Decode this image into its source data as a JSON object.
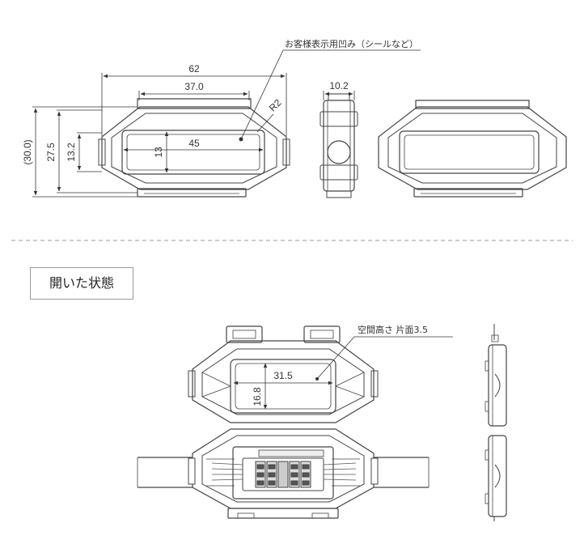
{
  "top_view": {
    "width_62": "62",
    "width_37": "37.0",
    "inner_45": "45",
    "radius": "R2",
    "height_30": "(30.0)",
    "height_27_5": "27.5",
    "height_13_2": "13.2",
    "inner_13": "13",
    "note": "お客様表示用凹み（シールなど）"
  },
  "side_view": {
    "thickness": "10.2"
  },
  "open_state": {
    "label": "開いた状態",
    "recess_w": "31.5",
    "recess_h": "16.8",
    "note": "空間高さ 片面3.5"
  }
}
